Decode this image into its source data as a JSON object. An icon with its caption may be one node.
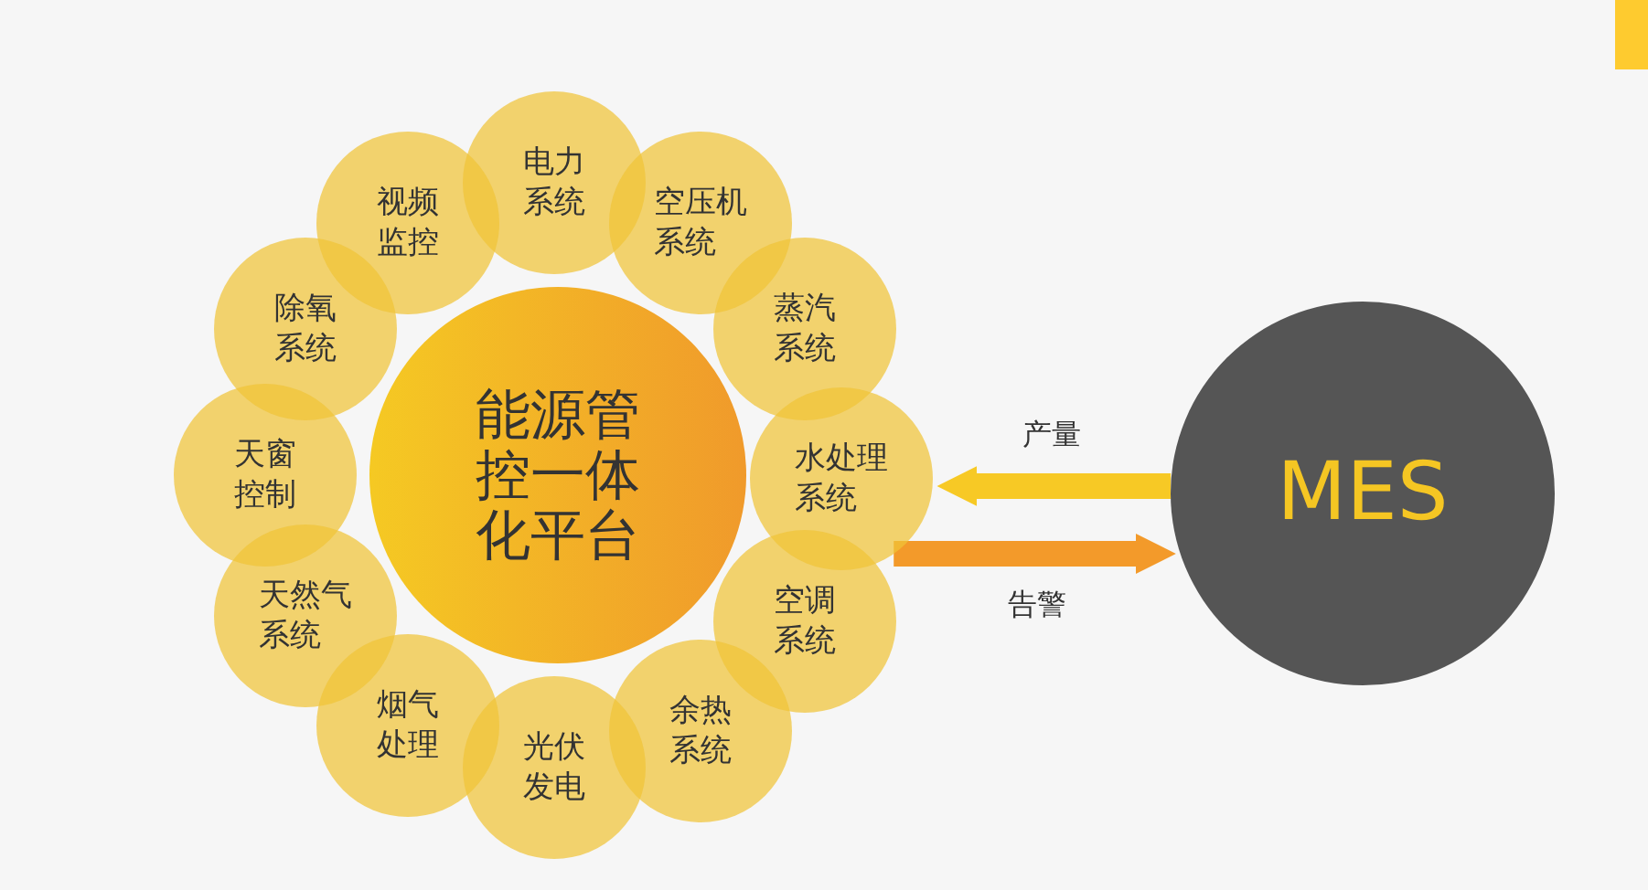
{
  "diagram": {
    "nodes": [
      {
        "text": [
          "能源管控一体化平台"
        ]
      },
      {
        "text": [
          "电力系统"
        ]
      },
      {
        "text": [
          "空压机系统"
        ]
      },
      {
        "text": [
          "蒸汽系统"
        ]
      },
      {
        "text": [
          "水处理系统"
        ]
      },
      {
        "text": [
          "空调系统"
        ]
      },
      {
        "text": [
          "余热系统"
        ]
      },
      {
        "text": [
          "光伏发电"
        ]
      },
      {
        "text": [
          "烟气处理"
        ]
      },
      {
        "text": [
          "天然气系统"
        ]
      },
      {
        "text": [
          "天窗控制"
        ]
      },
      {
        "text": [
          "除氧系统"
        ]
      },
      {
        "text": [
          "视频监控"
        ]
      },
      {
        "text": [
          "MES"
        ]
      }
    ],
    "edges": [
      {
        "from": 13,
        "to": 4,
        "arrow": "to",
        "label": "产量",
        "color": "#f7c925"
      },
      {
        "from": 4,
        "to": 13,
        "arrow": "to",
        "label": "告警",
        "color": "#f39a2a"
      }
    ]
  }
}
